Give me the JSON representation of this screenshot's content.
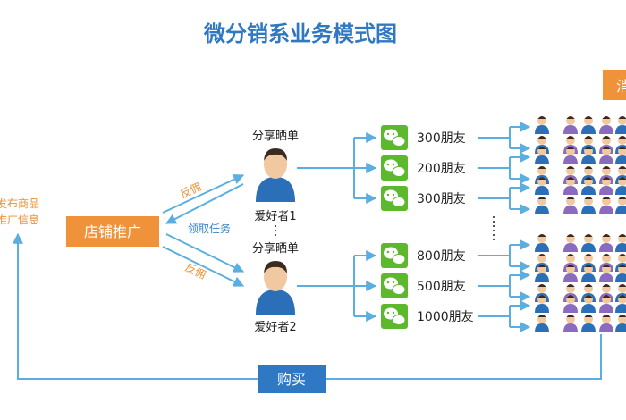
{
  "title": "微分销系业务模式图",
  "left_text": [
    "发布商品",
    "推广信息"
  ],
  "store_label": "店铺推广",
  "top_right_label": "消",
  "arrows": {
    "upper": "反佣",
    "middle": "领取任务",
    "lower": "反佣"
  },
  "fans": [
    {
      "top_label": "分享晒单",
      "bottom_label": "爱好者1"
    },
    {
      "top_label": "分享晒单",
      "bottom_label": "爱好者2"
    }
  ],
  "friends": [
    "300朋友",
    "200朋友",
    "300朋友",
    "800朋友",
    "500朋友",
    "1000朋友"
  ],
  "buy_label": "购买",
  "colors": {
    "accent_blue": "#2f78c4",
    "arrow_blue": "#5aaee0",
    "orange": "#f0923a",
    "wechat_green": "#5cb82c",
    "person_purple": "#8a6bbf",
    "person_blue": "#2a6fb8"
  }
}
